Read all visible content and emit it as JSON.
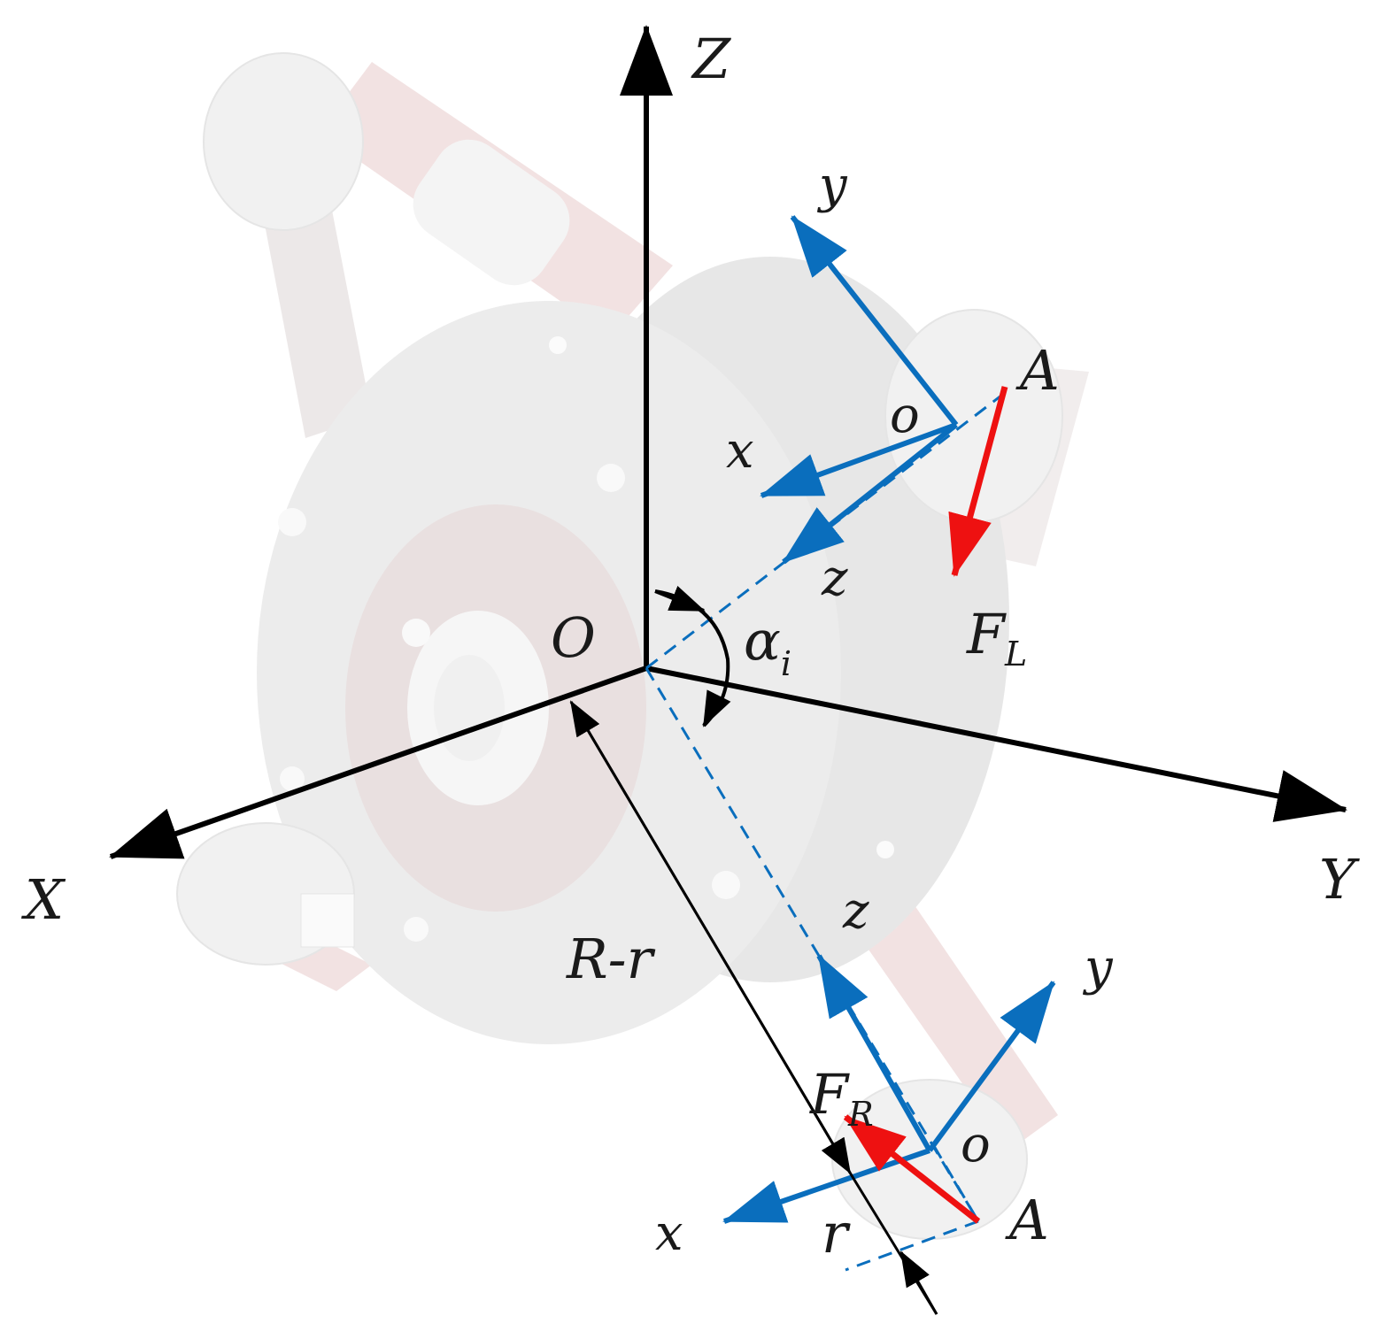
{
  "labels": {
    "Z": "Z",
    "X": "X",
    "Y": "Y",
    "O": "O",
    "alpha": "α",
    "alpha_sub": "i",
    "y_top": "y",
    "x_top": "x",
    "z_top": "z",
    "o_top": "o",
    "A_top": "A",
    "FL": "F",
    "FL_sub": "L",
    "z_bot": "z",
    "y_bot": "y",
    "x_bot": "x",
    "o_bot": "o",
    "A_bot": "A",
    "FR": "F",
    "FR_sub": "R",
    "R_minus_r": "R-r",
    "r": "r"
  },
  "colors": {
    "axis": "#000000",
    "local_frame": "#0a6ebd",
    "force": "#ee1111",
    "body_gray": "#dcdcdc",
    "body_red": "#d9a8a8"
  },
  "icons": {
    "background": "omni-wheel-mechanism-illustration"
  }
}
